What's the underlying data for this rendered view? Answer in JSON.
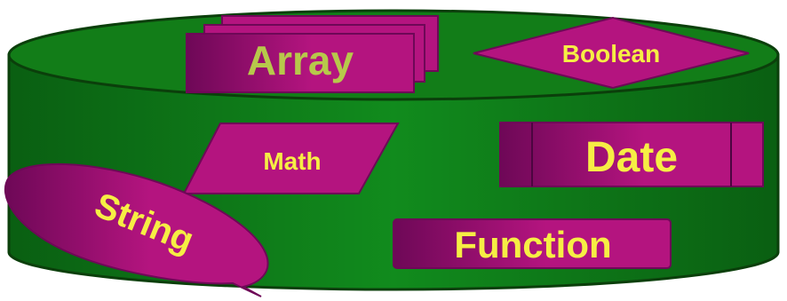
{
  "diagram": {
    "colors": {
      "cylinder_green": "#0f7a1a",
      "cylinder_top_green": "#127d18",
      "cylinder_outline": "#0b3f0b",
      "shape_magenta": "#b4147f",
      "shape_dark": "#6e0857",
      "array_text": "#b7c84b",
      "label_yellow": "#f6ee44"
    },
    "shapes": {
      "array": {
        "label": "Array",
        "shape": "stacked-documents"
      },
      "boolean": {
        "label": "Boolean",
        "shape": "diamond"
      },
      "math": {
        "label": "Math",
        "shape": "parallelogram"
      },
      "date": {
        "label": "Date",
        "shape": "predefined-process"
      },
      "string": {
        "label": "String",
        "shape": "oval-callout"
      },
      "function": {
        "label": "Function",
        "shape": "rounded-process"
      }
    }
  }
}
